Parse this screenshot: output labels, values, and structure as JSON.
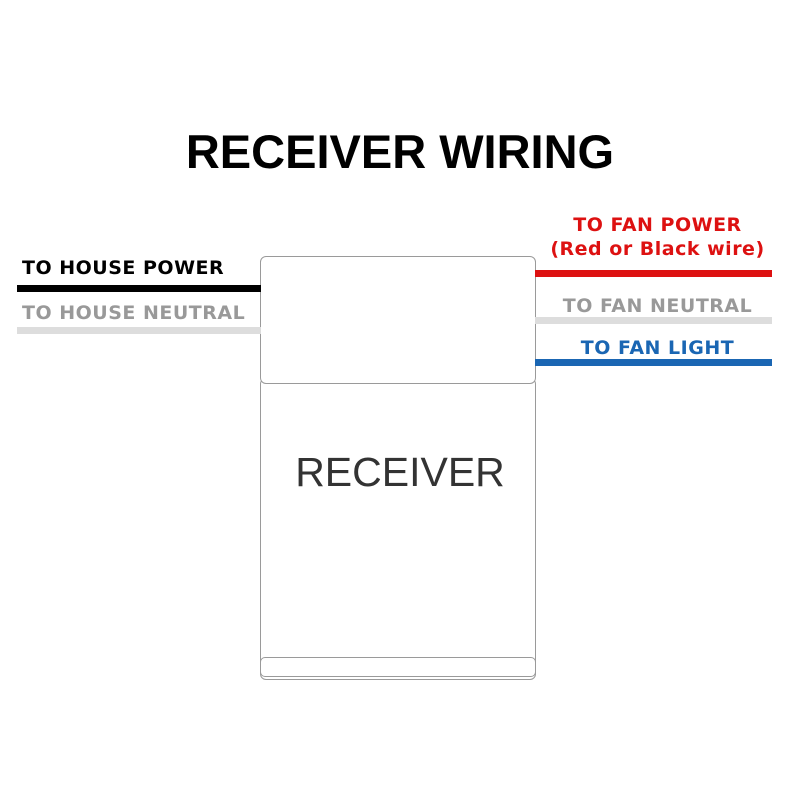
{
  "title": "RECEIVER WIRING",
  "receiver_label": "RECEIVER",
  "left_wires": [
    {
      "label": "TO HOUSE POWER",
      "color": "#000000"
    },
    {
      "label": "TO HOUSE NEUTRAL",
      "color": "#999999",
      "line_color": "#dddddd"
    }
  ],
  "right_wires": [
    {
      "label_line1": "TO FAN POWER",
      "label_line2": "(Red or Black wire)",
      "color": "#dd1111"
    },
    {
      "label": "TO FAN NEUTRAL",
      "color": "#999999",
      "line_color": "#dddddd"
    },
    {
      "label": "TO FAN LIGHT",
      "color": "#1a66b3"
    }
  ]
}
